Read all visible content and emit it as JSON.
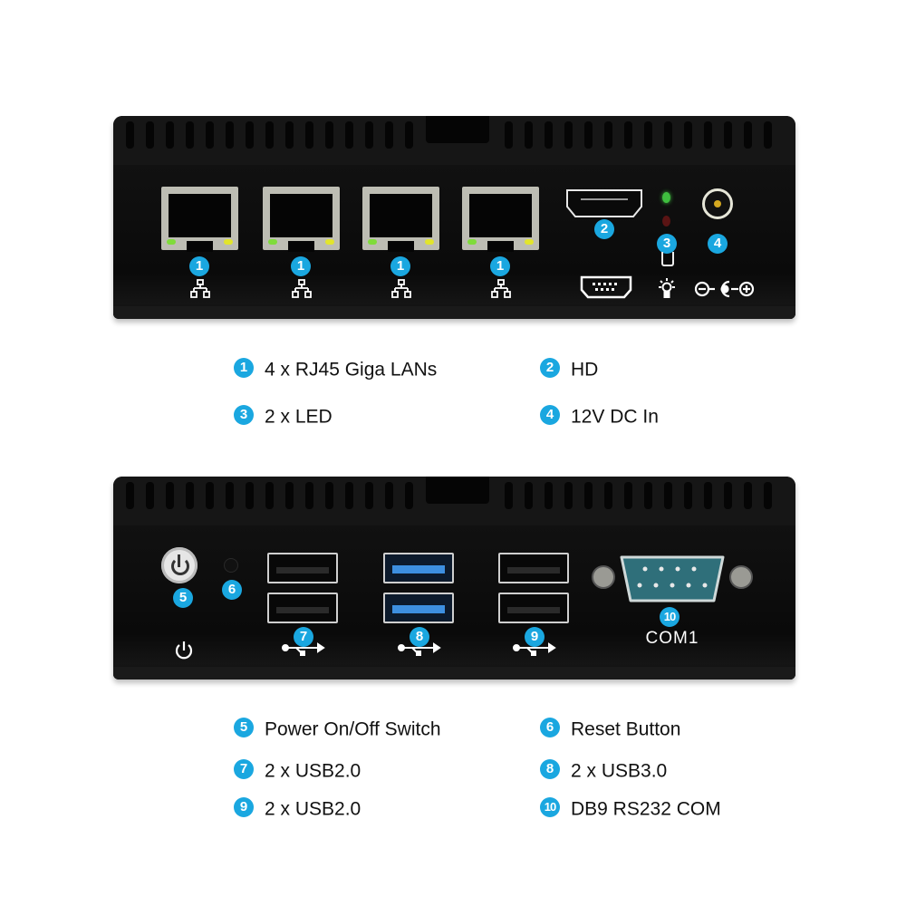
{
  "top_panel": {
    "ports": [
      {
        "number": "1",
        "label": "RJ45 LAN",
        "icon": "network-icon"
      },
      {
        "number": "1",
        "label": "RJ45 LAN",
        "icon": "network-icon"
      },
      {
        "number": "1",
        "label": "RJ45 LAN",
        "icon": "network-icon"
      },
      {
        "number": "1",
        "label": "RJ45 LAN",
        "icon": "network-icon"
      }
    ],
    "hdmi": {
      "number": "2",
      "icon": "hdmi-icon"
    },
    "leds": {
      "number": "3",
      "icon": "light-bulb-icon",
      "colors": [
        "#3fbf3f",
        "#7a1a1a"
      ]
    },
    "dc_in": {
      "number": "4",
      "icon": "dc-polarity-icon"
    }
  },
  "top_legend": [
    {
      "number": "1",
      "text": "4 x RJ45 Giga LANs"
    },
    {
      "number": "2",
      "text": "HD"
    },
    {
      "number": "3",
      "text": "2 x LED"
    },
    {
      "number": "4",
      "text": "12V DC In"
    }
  ],
  "bottom_panel": {
    "power": {
      "number": "5",
      "icon": "power-icon"
    },
    "reset": {
      "number": "6"
    },
    "usb_group_1": {
      "number": "7",
      "icon": "usb-icon",
      "type": "USB2.0"
    },
    "usb_group_2": {
      "number": "8",
      "icon": "usb-icon",
      "type": "USB3.0"
    },
    "usb_group_3": {
      "number": "9",
      "icon": "usb-icon",
      "type": "USB2.0"
    },
    "com": {
      "number": "10",
      "label": "COM1"
    }
  },
  "bottom_legend": [
    {
      "number": "5",
      "text": "Power On/Off Switch"
    },
    {
      "number": "6",
      "text": "Reset Button"
    },
    {
      "number": "7",
      "text": "2 x USB2.0"
    },
    {
      "number": "8",
      "text": "2 x USB3.0"
    },
    {
      "number": "9",
      "text": "2 x USB2.0"
    },
    {
      "number": "10",
      "text": "DB9 RS232 COM"
    }
  ],
  "colors": {
    "badge": "#1aa7e0",
    "device_body": "#0b0b0b",
    "usb3_blue": "#3d8fe0",
    "db9_teal": "#2f6f7a"
  }
}
